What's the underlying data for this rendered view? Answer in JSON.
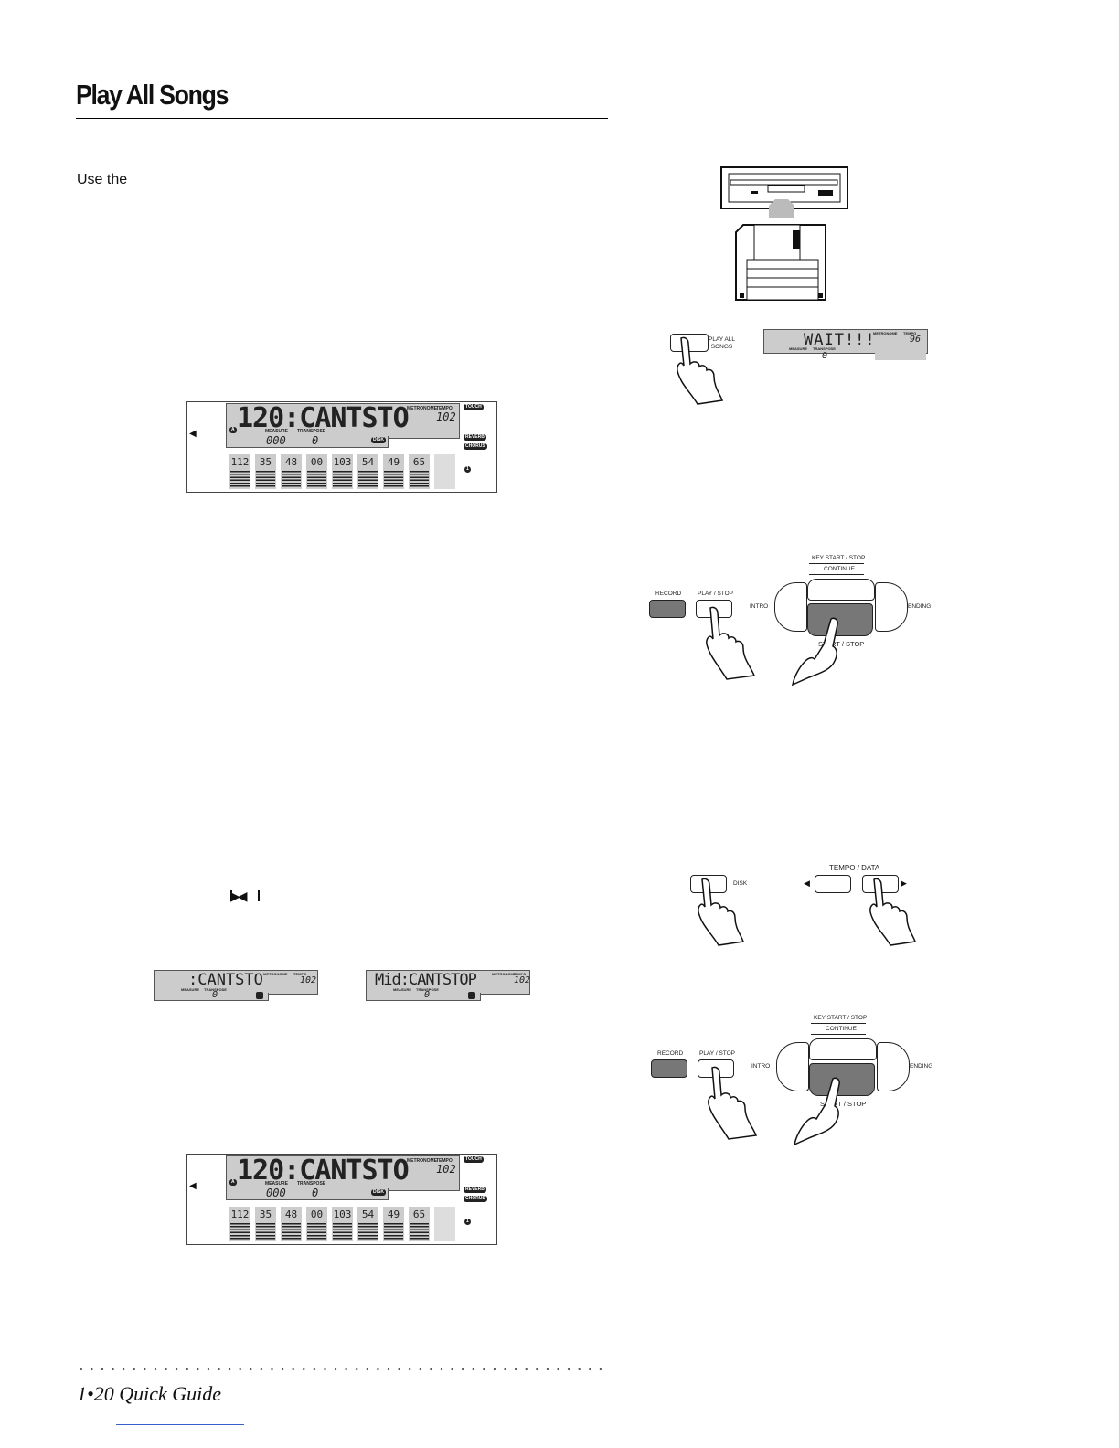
{
  "page": {
    "title": "Play All Songs",
    "intro_text": "Use the",
    "footer": "1•20  Quick Guide"
  },
  "lcd_main": {
    "big_text": "120:CANTSTO",
    "metronome_label": "METRONOME",
    "tempo_label": "TEMPO",
    "tempo_value": "102",
    "measure_label": "MEASURE",
    "transpose_label": "TRANSPOSE",
    "measure_value": "000",
    "transpose_value": "0",
    "bank": "A",
    "disk_label": "DISK",
    "touch_label": "TOUCH",
    "reverb_label": "REVERB",
    "chorus_label": "CHORUS",
    "one_label": "1",
    "slots": [
      "112",
      "35",
      "48",
      "00",
      "103",
      "54",
      "49",
      "65"
    ]
  },
  "lcd_wait": {
    "text": "WAIT!!!",
    "tempo_value": "96",
    "transpose_value": "0",
    "metronome_label": "METRONOME",
    "tempo_label": "TEMPO",
    "measure_label": "MEASURE",
    "transpose_label": "TRANSPOSE"
  },
  "lcd_small_left": {
    "text": ":CANTSTO",
    "tempo_value": "102",
    "transpose_value": "0",
    "metronome_label": "METRONOME",
    "tempo_label": "TEMPO",
    "measure_label": "MEASURE",
    "transpose_label": "TRANSPOSE"
  },
  "lcd_small_right": {
    "text": "Mid:CANTSTOP",
    "tempo_value": "102",
    "transpose_value": "0",
    "metronome_label": "METRONOME",
    "tempo_label": "TEMPO",
    "measure_label": "MEASURE",
    "transpose_label": "TRANSPOSE"
  },
  "buttons": {
    "play_all_songs": "PLAY ALL\nSONGS",
    "key_start_stop": "KEY START / STOP",
    "continue": "CONTINUE",
    "record": "RECORD",
    "play_stop": "PLAY / STOP",
    "intro": "INTRO",
    "ending": "ENDING",
    "start_stop": "START / STOP",
    "disk": "DISK",
    "tempo_data": "TEMPO / DATA"
  },
  "icons": [
    "floppy-drive-icon",
    "floppy-disk-icon",
    "hand-press-icon",
    "arrow-left-icon",
    "arrow-right-icon",
    "fast-forward-rewind-icon"
  ]
}
